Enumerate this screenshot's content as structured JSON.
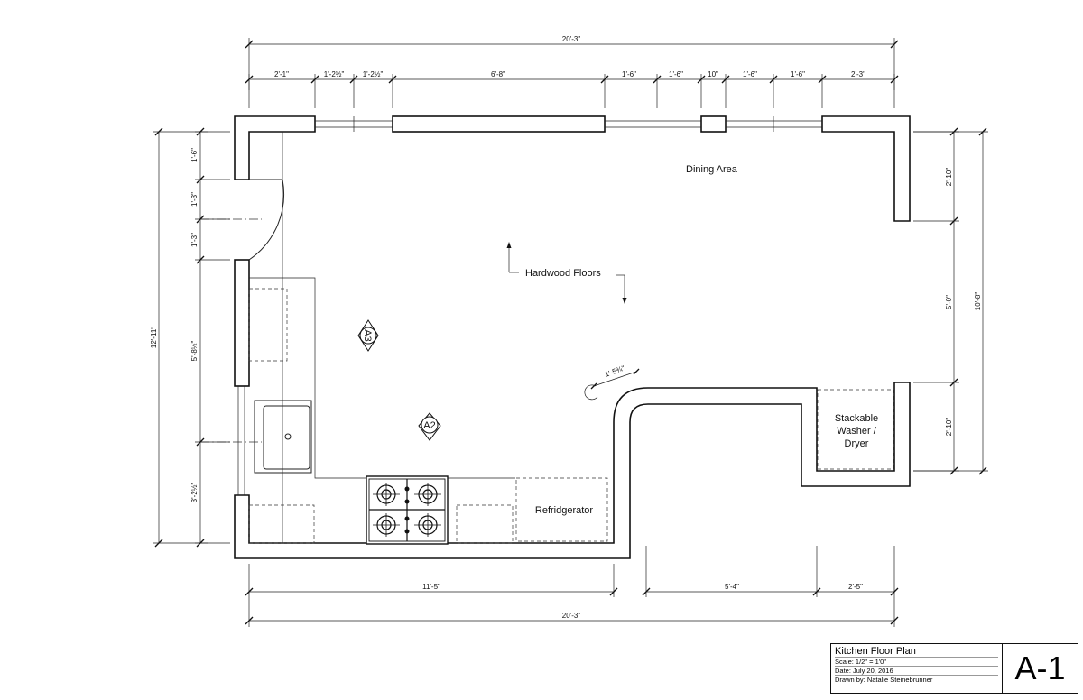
{
  "labels": {
    "dining_area": "Dining Area",
    "hardwood_floors": "Hardwood Floors",
    "washer_dryer": [
      "Stackable",
      "Washer /",
      "Dryer"
    ],
    "refrigerator": "Refridgerator",
    "section_a3": "A3",
    "section_a2": "A2"
  },
  "dimensions": {
    "top_overall": "20'-3\"",
    "top_segments": [
      "2'-1\"",
      "1'-2½\"",
      "1'-2½\"",
      "6'-8\"",
      "1'-6\"",
      "1'-6\"",
      "10\"",
      "1'-6\"",
      "1'-6\"",
      "2'-3\""
    ],
    "left_overall": "12'-11\"",
    "left_segments": [
      "1'-6\"",
      "1'-3\"",
      "1'-3\"",
      "5'-8½\"",
      "3'-2½\""
    ],
    "right_overall": "10'-8\"",
    "right_segments": [
      "2'-10\"",
      "5'-0\"",
      "2'-10\""
    ],
    "bottom_left": "11'-5\"",
    "bottom_mid": "5'-4\"",
    "bottom_right": "2'-5\"",
    "bottom_overall": "20'-3\"",
    "curve": "1'-5¾\""
  },
  "title_block": {
    "title": "Kitchen Floor Plan",
    "scale": "Scale: 1/2\" = 1'0\"",
    "date": "Date: July 20, 2016",
    "drawn_by": "Drawn by: Natalie Steinebrunner",
    "sheet": "A-1"
  }
}
